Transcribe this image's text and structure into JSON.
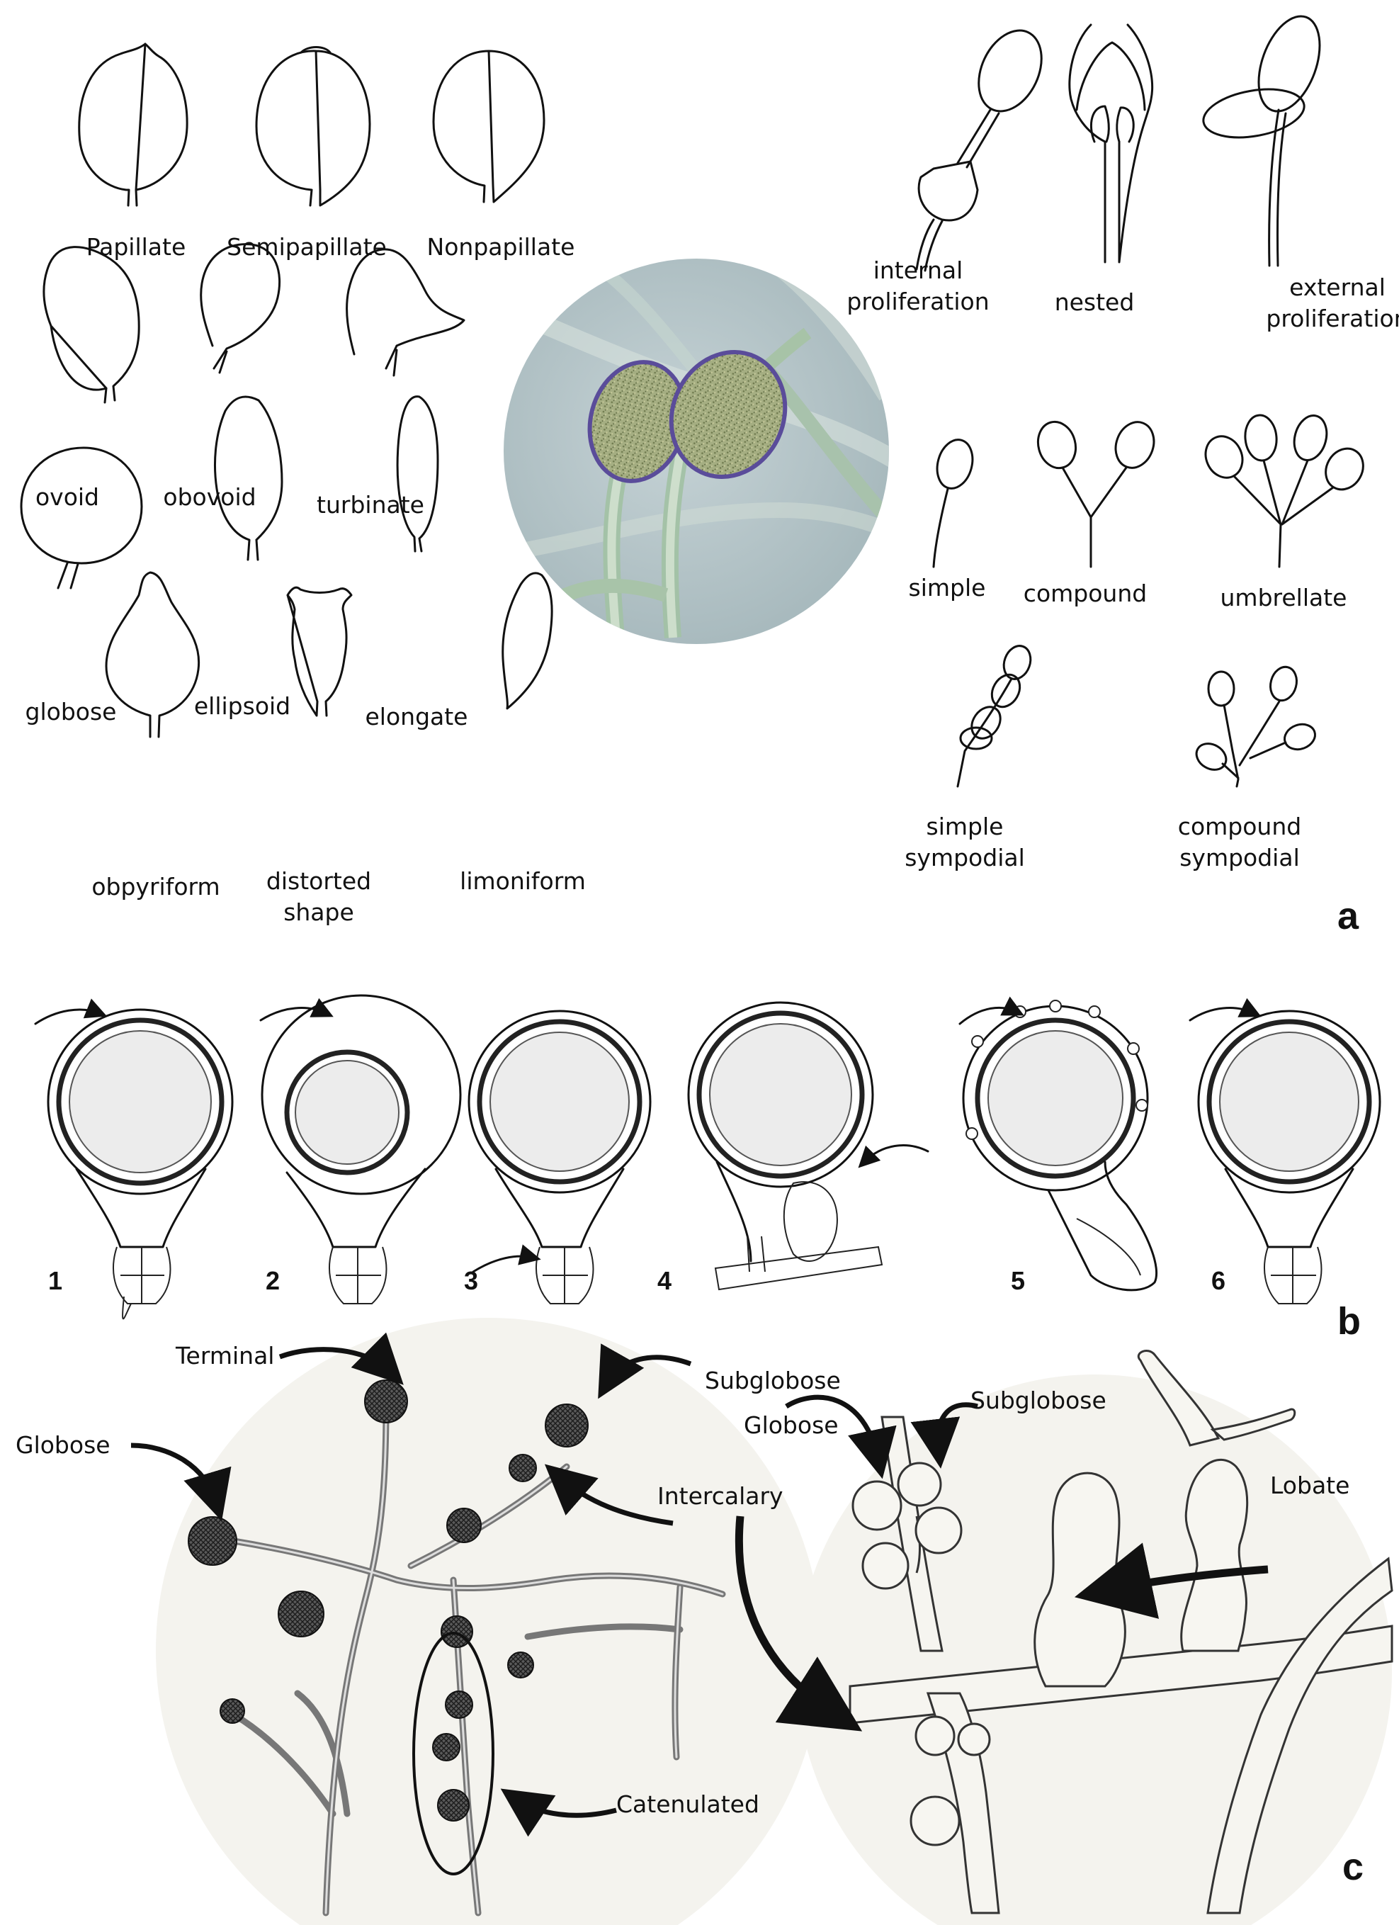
{
  "panel_a": {
    "letter": "a",
    "papilla_types": [
      "Papillate",
      "Semipapillate",
      "Nonpapillate"
    ],
    "shapes_row1": [
      "ovoid",
      "obovoid",
      "turbinate"
    ],
    "shapes_row2": [
      "globose",
      "ellipsoid",
      "elongate"
    ],
    "shapes_row3": [
      "obpyriform",
      "distorted",
      "shape",
      "limoniform"
    ],
    "proliferation": [
      {
        "line1": "internal",
        "line2": "proliferation"
      },
      {
        "line1": "nested",
        "line2": ""
      },
      {
        "line1": "external",
        "line2": "proliferation"
      }
    ],
    "sporangiophores_row1": [
      "simple",
      "compound",
      "umbrellate"
    ],
    "sporangiophores_row2": [
      {
        "line1": "simple",
        "line2": "sympodial"
      },
      {
        "line1": "compound",
        "line2": "sympodial"
      }
    ]
  },
  "panel_b": {
    "letter": "b",
    "numbers": [
      "1",
      "2",
      "3",
      "4",
      "5",
      "6"
    ]
  },
  "panel_c": {
    "letter": "c",
    "labels": {
      "terminal": "Terminal",
      "subglobose_left": "Subglobose",
      "globose_left": "Globose",
      "intercalary": "Intercalary",
      "catenulated": "Catenulated",
      "subglobose_right": "Subglobose",
      "globose_right": "Globose",
      "lobate": "Lobate"
    }
  },
  "colors": {
    "ink": "#111111",
    "micro_bg": "#b8c9cd",
    "sporangium_fill": "#9aa57a",
    "sporangium_edge": "#5a4c9a",
    "chlamydospore": "#3a3a3a",
    "panel_c_bg": "#f4f3ee"
  }
}
